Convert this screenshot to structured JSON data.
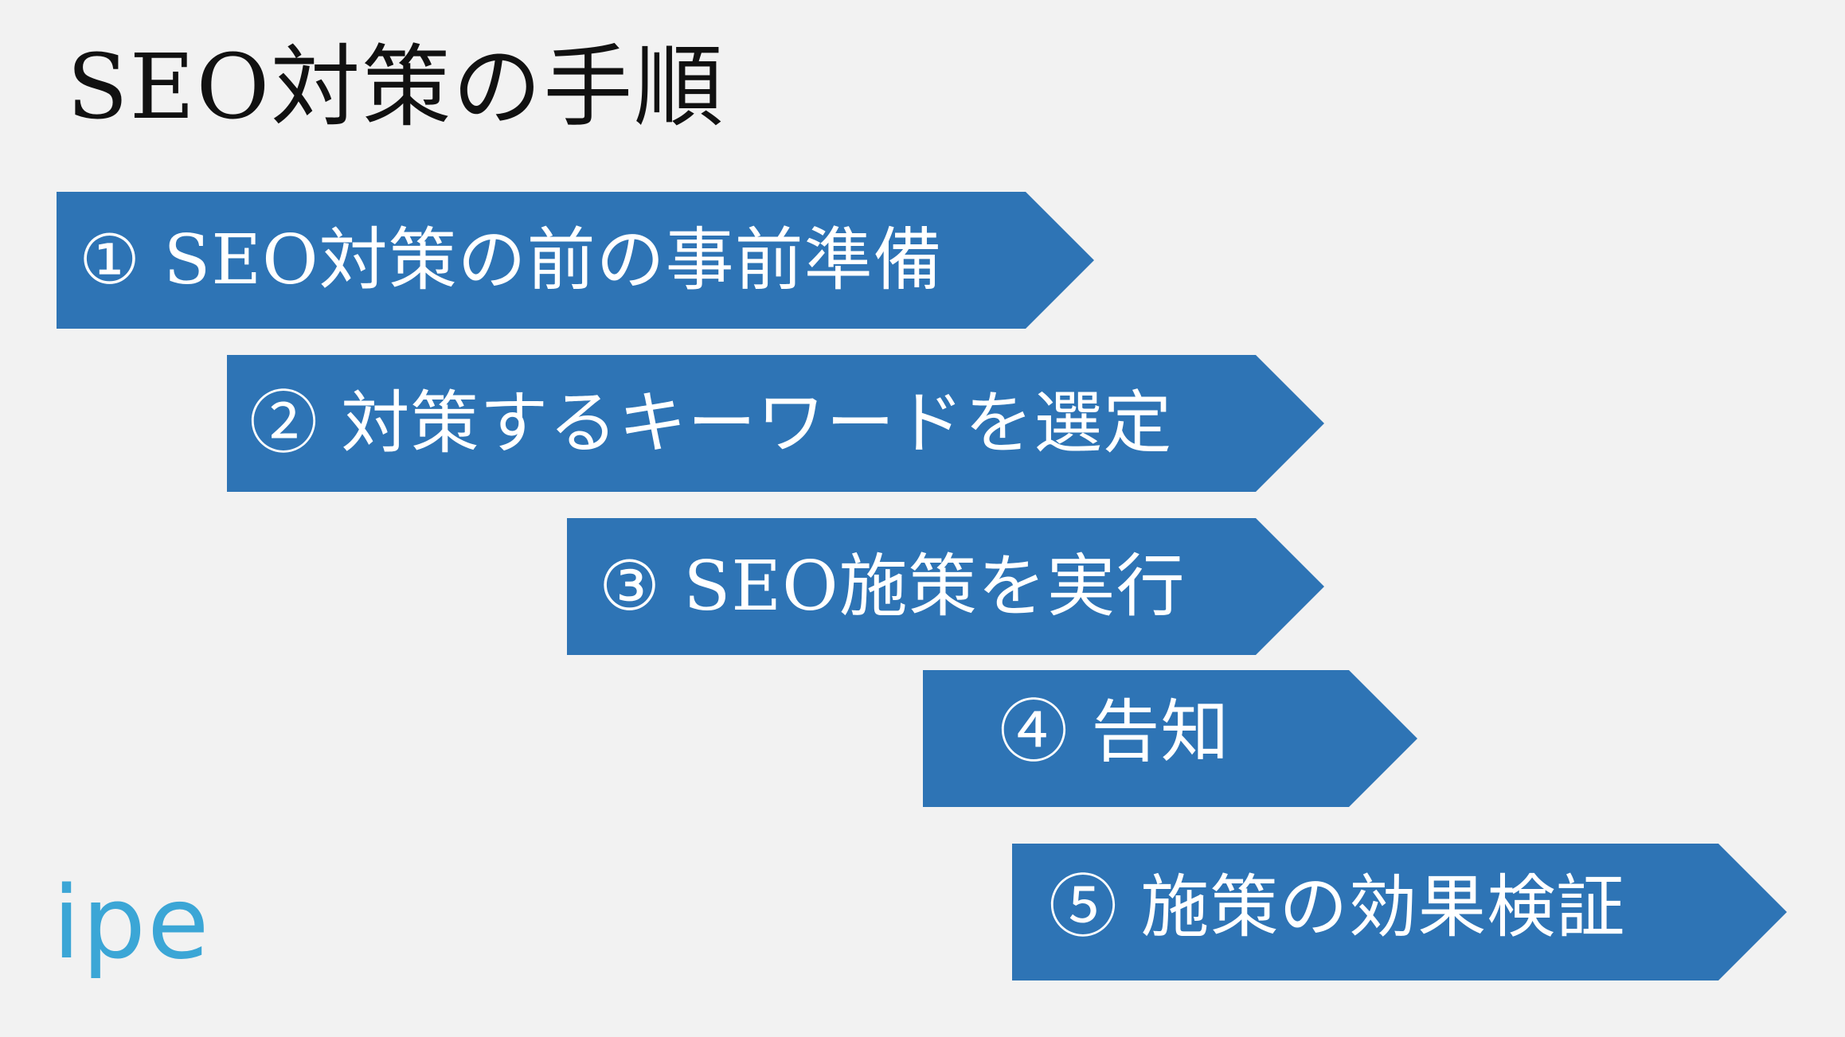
{
  "title": "SEO対策の手順",
  "colors": {
    "background": "#f2f2f2",
    "arrow_fill": "#2e74b5",
    "text_on_arrow": "#ffffff",
    "logo": "#3ba6d6"
  },
  "steps": [
    {
      "label": "① SEO対策の前の事前準備"
    },
    {
      "label": "② 対策するキーワードを選定"
    },
    {
      "label": "③ SEO施策を実行"
    },
    {
      "label": "④ 告知"
    },
    {
      "label": "⑤ 施策の効果検証"
    }
  ],
  "logo": {
    "text": "ipe"
  }
}
